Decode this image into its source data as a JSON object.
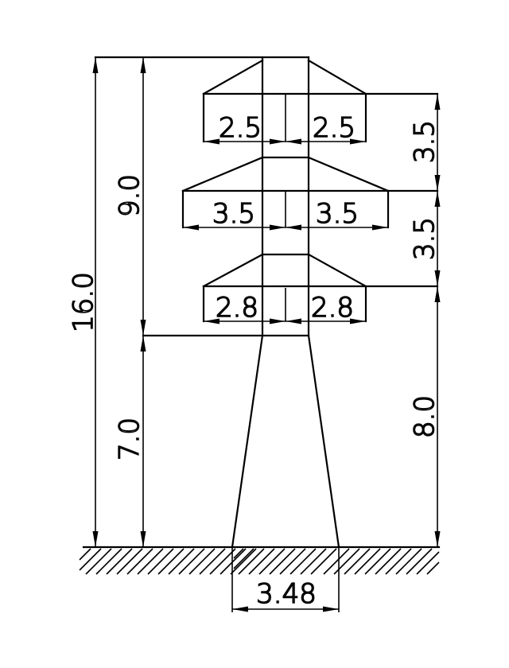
{
  "dimensions": {
    "total_height": "16.0",
    "upper_height": "9.0",
    "lower_height": "7.0",
    "bottom_to_lowest_arm": "8.0",
    "arm_spacing_upper": "3.5",
    "arm_spacing_lower": "3.5",
    "top_arm_left": "2.5",
    "top_arm_right": "2.5",
    "middle_arm_left": "3.5",
    "middle_arm_right": "3.5",
    "bottom_arm_left": "2.8",
    "bottom_arm_right": "2.8",
    "base_width": "3.48"
  }
}
